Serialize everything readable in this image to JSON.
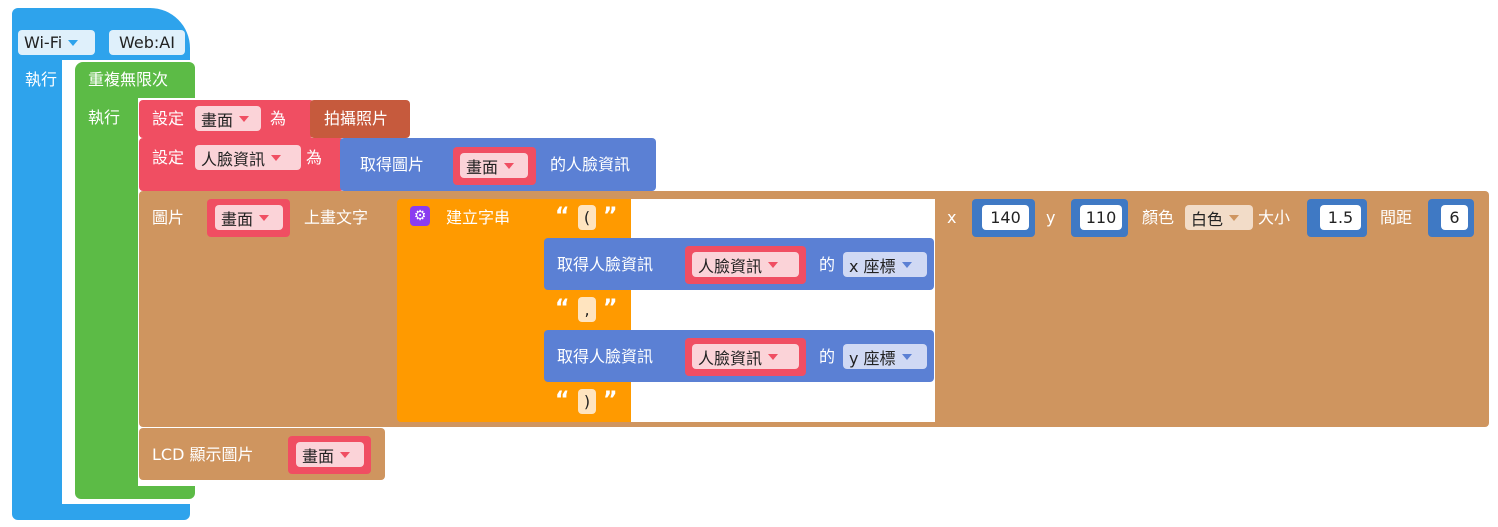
{
  "wifi_block": {
    "dropdown": "Wi-Fi",
    "mode_label": "Web:AI",
    "do_label": "執行"
  },
  "repeat_block": {
    "label": "重複無限次",
    "do_label": "執行"
  },
  "set_image": {
    "set_label": "設定",
    "var": "畫面",
    "as_label": "為",
    "value": "拍攝照片"
  },
  "set_face": {
    "set_label": "設定",
    "var": "人臉資訊",
    "as_label": "為",
    "get_label": "取得圖片",
    "image_var": "畫面",
    "suffix": "的人臉資訊"
  },
  "draw_text": {
    "image_label": "圖片",
    "image_var": "畫面",
    "draw_label": "上畫文字",
    "join_label": "建立字串",
    "str_open": "(",
    "str_comma": ",",
    "str_close": ")",
    "get_face_label": "取得人臉資訊",
    "face_var": "人臉資訊",
    "of_label": "的",
    "x_coord": "x 座標",
    "y_coord": "y 座標",
    "x_label": "x",
    "x_value": "140",
    "y_label": "y",
    "y_value": "110",
    "color_label": "顏色",
    "color_value": "白色",
    "size_label": "大小",
    "size_value": "1.5",
    "spacing_label": "間距",
    "spacing_value": "6"
  },
  "lcd_show": {
    "label": "LCD 顯示圖片",
    "image_var": "畫面"
  },
  "colors": {
    "blue": "#2ea3ec",
    "green": "#5cbb46",
    "red": "#f04e62",
    "tan": "#cf955f",
    "orange": "#ff9a00",
    "purple_blue": "#5b80d4",
    "brown_red": "#c65a3d"
  }
}
